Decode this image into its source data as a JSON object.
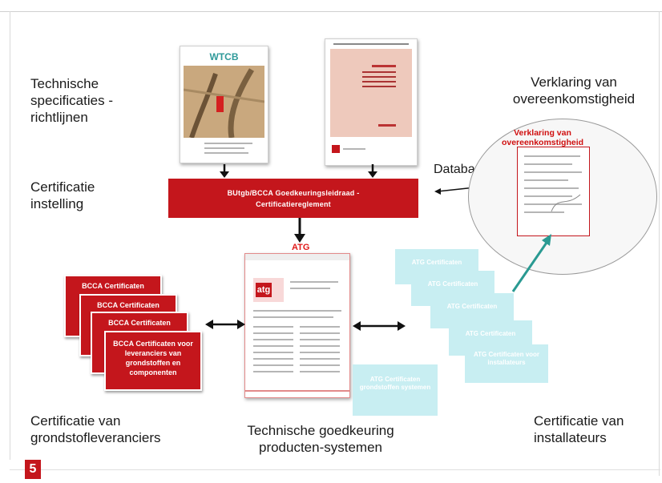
{
  "labels": {
    "technical_specs": "Technische specificaties - richtlijnen",
    "cert_institution": "Certificatie instelling",
    "declaration_conformity": "Verklaring van overeenkomstigheid",
    "database": "Database",
    "cert_raw_suppliers": "Certificatie van grondstofleveranciers",
    "tech_approval": "Technische goedkeuring producten-systemen",
    "cert_installers": "Certificatie van installateurs"
  },
  "red_bar": {
    "line1": "BUtgb/BCCA Goedkeuringsleidraad -",
    "line2": "Certificatiereglement"
  },
  "docs": {
    "wtcb_title": "WTCB",
    "declaration_doc_title": "Verklaring van overeenkomstigheid",
    "atg_label": "ATG",
    "atg_logo": "atg"
  },
  "bcca_certs": {
    "heading": "BCCA Certificaten",
    "front_text": "BCCA Certificaten voor leveranciers van grondstoffen en componenten"
  },
  "atg_certs": {
    "heading": "ATG Certificaten",
    "front_text": "ATG Certificaten voor installateurs",
    "extra_text": "ATG Certificaten grondstoffen systemen"
  },
  "slide_number": "5",
  "colors": {
    "brand_red": "#c4161c",
    "cyan_light": "#c8eef2",
    "arrow_teal": "#2a9a92"
  }
}
